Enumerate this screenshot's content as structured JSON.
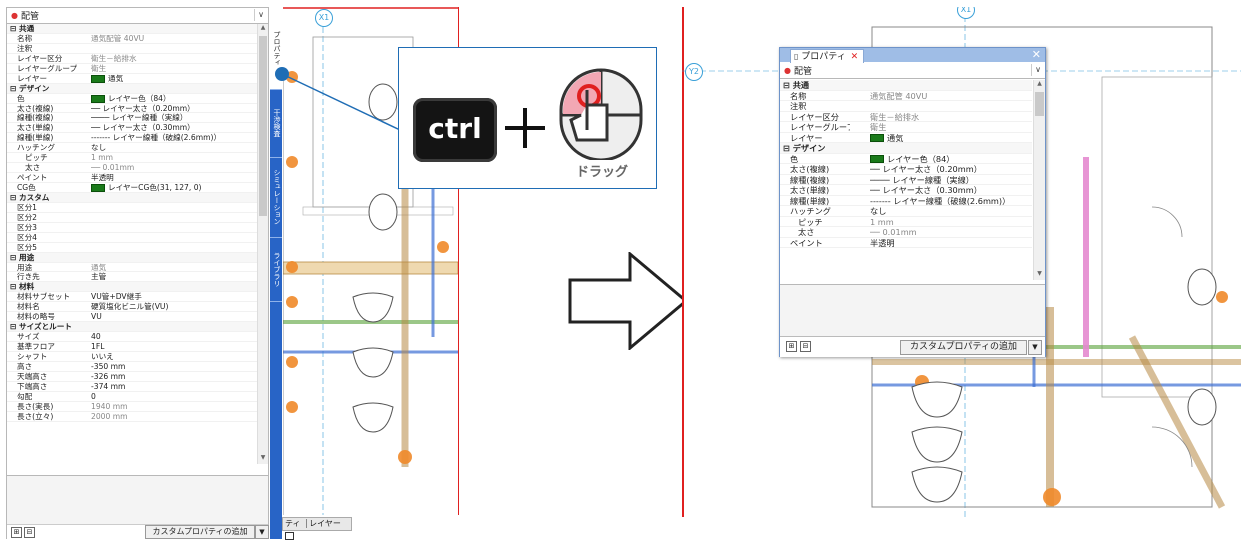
{
  "left_panel": {
    "object_type": "配管",
    "rows": [
      {
        "t": "cat",
        "label": "共通"
      },
      {
        "t": "p",
        "label": "名称",
        "value": "通気配管 40VU",
        "gray": true
      },
      {
        "t": "p",
        "label": "注釈",
        "value": ""
      },
      {
        "t": "p",
        "label": "レイヤー区分",
        "value": "衛生－給排水",
        "gray": true
      },
      {
        "t": "p",
        "label": "レイヤーグループ",
        "value": "衛生",
        "gray": true
      },
      {
        "t": "p",
        "label": "レイヤー",
        "value": "通気",
        "swatch": true
      },
      {
        "t": "cat",
        "label": "デザイン"
      },
      {
        "t": "p",
        "label": "色",
        "value": "レイヤー色（84）",
        "swatch": true
      },
      {
        "t": "p",
        "label": "太さ(複線)",
        "value": "── レイヤー太さ（0.20mm）"
      },
      {
        "t": "p",
        "label": "線種(複線)",
        "value": "──── レイヤー線種（実線）"
      },
      {
        "t": "p",
        "label": "太さ(単線)",
        "value": "── レイヤー太さ（0.30mm）"
      },
      {
        "t": "p",
        "label": "線種(単線)",
        "value": "------- レイヤー線種（破線(2.6mm)）"
      },
      {
        "t": "p",
        "label": "ハッチング",
        "value": "なし"
      },
      {
        "t": "s",
        "label": "ピッチ",
        "value": "1 mm",
        "gray": true
      },
      {
        "t": "s",
        "label": "太さ",
        "value": "── 0.01mm",
        "gray": true
      },
      {
        "t": "p",
        "label": "ペイント",
        "value": "半透明"
      },
      {
        "t": "p",
        "label": "CG色",
        "value": "レイヤーCG色(31, 127, 0)",
        "swatch": true
      },
      {
        "t": "cat",
        "label": "カスタム"
      },
      {
        "t": "p",
        "label": "区分1",
        "value": ""
      },
      {
        "t": "p",
        "label": "区分2",
        "value": ""
      },
      {
        "t": "p",
        "label": "区分3",
        "value": ""
      },
      {
        "t": "p",
        "label": "区分4",
        "value": ""
      },
      {
        "t": "p",
        "label": "区分5",
        "value": ""
      },
      {
        "t": "cat",
        "label": "用途"
      },
      {
        "t": "p",
        "label": "用途",
        "value": "通気",
        "gray": true
      },
      {
        "t": "p",
        "label": "行き先",
        "value": "主管"
      },
      {
        "t": "cat",
        "label": "材料"
      },
      {
        "t": "p",
        "label": "材料サブセット",
        "value": "VU管+DV継手"
      },
      {
        "t": "p",
        "label": "材料名",
        "value": "硬質塩化ビニル管(VU)"
      },
      {
        "t": "p",
        "label": "材料の略号",
        "value": "VU"
      },
      {
        "t": "cat",
        "label": "サイズとルート"
      },
      {
        "t": "p",
        "label": "サイズ",
        "value": "40"
      },
      {
        "t": "p",
        "label": "基準フロア",
        "value": "1FL"
      },
      {
        "t": "p",
        "label": "シャフト",
        "value": "いいえ"
      },
      {
        "t": "p",
        "label": "高さ",
        "value": "-350 mm"
      },
      {
        "t": "p",
        "label": "天端高さ",
        "value": "-326 mm"
      },
      {
        "t": "p",
        "label": "下端高さ",
        "value": "-374 mm"
      },
      {
        "t": "p",
        "label": "勾配",
        "value": "0"
      },
      {
        "t": "p",
        "label": "長さ(実長)",
        "value": "1940 mm",
        "gray": true
      },
      {
        "t": "p",
        "label": "長さ(立々)",
        "value": "2000 mm",
        "gray": true
      }
    ],
    "add_custom_label": "カスタムプロパティの追加",
    "expand_icon": "⊞",
    "collapse_icon": "⊟"
  },
  "side_tabs": [
    "プロパティ",
    "干渉検査",
    "シミュレーション",
    "ライブラリ"
  ],
  "bottom_tabs": {
    "t1": "ティ",
    "t2": "レイヤー"
  },
  "grid_labels": {
    "x1": "X1",
    "y2": "Y2"
  },
  "callout": {
    "key_label": "ctrl",
    "drag_label": "ドラッグ"
  },
  "float_window": {
    "tab_label": "プロパティ",
    "close_x": "✕",
    "object_type": "配管",
    "rows": [
      {
        "t": "cat",
        "label": "共通"
      },
      {
        "t": "p",
        "label": "名称",
        "value": "通気配管 40VU",
        "gray": true
      },
      {
        "t": "p",
        "label": "注釈",
        "value": ""
      },
      {
        "t": "p",
        "label": "レイヤー区分",
        "value": "衛生－給排水",
        "gray": true
      },
      {
        "t": "p",
        "label": "レイヤーグループ",
        "value": "衛生",
        "gray": true
      },
      {
        "t": "p",
        "label": "レイヤー",
        "value": "通気",
        "swatch": true
      },
      {
        "t": "cat",
        "label": "デザイン"
      },
      {
        "t": "p",
        "label": "色",
        "value": "レイヤー色（84）",
        "swatch": true
      },
      {
        "t": "p",
        "label": "太さ(複線)",
        "value": "── レイヤー太さ（0.20mm）"
      },
      {
        "t": "p",
        "label": "線種(複線)",
        "value": "──── レイヤー線種（実線）"
      },
      {
        "t": "p",
        "label": "太さ(単線)",
        "value": "── レイヤー太さ（0.30mm）"
      },
      {
        "t": "p",
        "label": "線種(単線)",
        "value": "------- レイヤー線種（破線(2.6mm)）"
      },
      {
        "t": "p",
        "label": "ハッチング",
        "value": "なし"
      },
      {
        "t": "s",
        "label": "ピッチ",
        "value": "1 mm",
        "gray": true
      },
      {
        "t": "s",
        "label": "太さ",
        "value": "── 0.01mm",
        "gray": true
      },
      {
        "t": "p",
        "label": "ペイント",
        "value": "半透明"
      }
    ],
    "add_custom_label": "カスタムプロパティの追加",
    "expand_icon": "⊞",
    "collapse_icon": "⊟"
  },
  "colors": {
    "accent": "#2864c6",
    "swatch": "#1a7a1a",
    "red_line": "#e02020",
    "pipe_orange": "#f08a2a"
  }
}
